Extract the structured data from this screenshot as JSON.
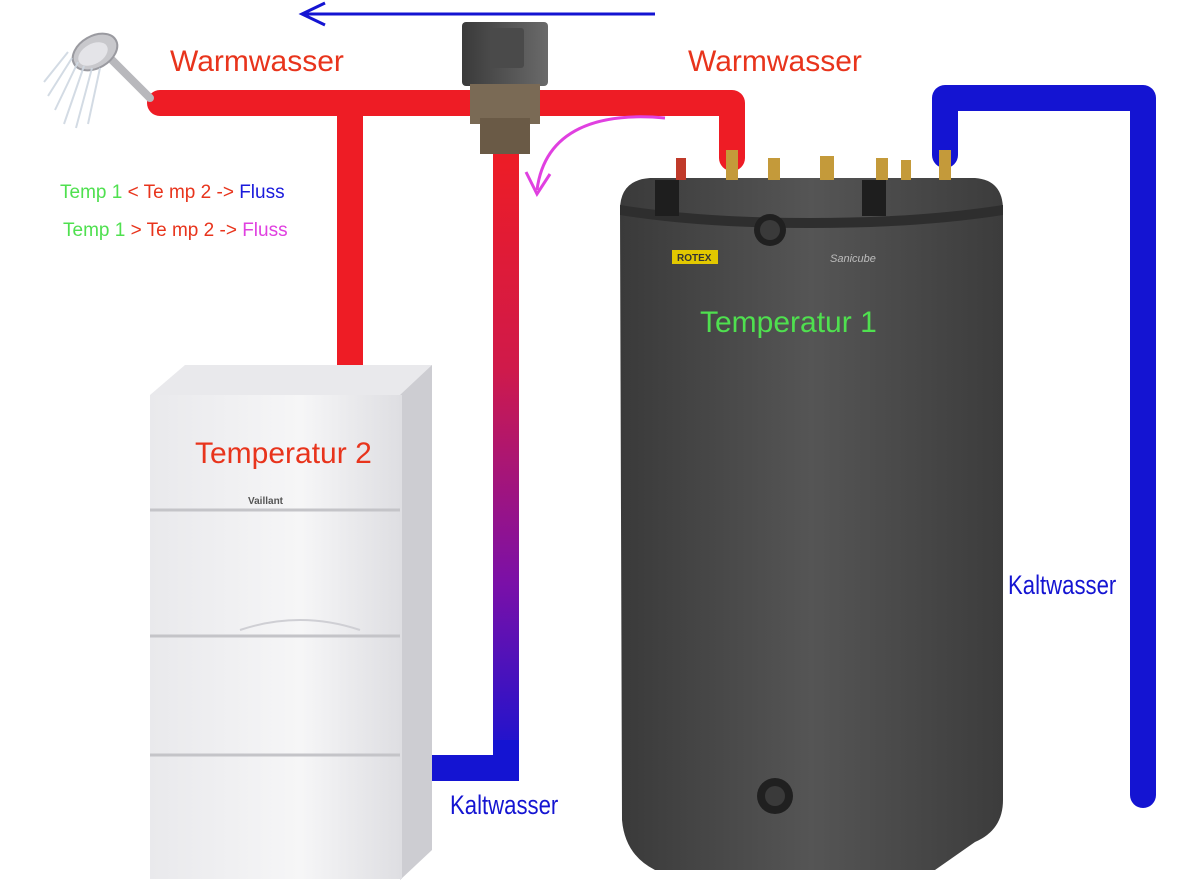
{
  "labels": {
    "warm_left": "Warmwasser",
    "warm_right": "Warmwasser",
    "cold_bottom": "Kaltwasser",
    "cold_right": "Kaltwasser",
    "temp1": "Temperatur 1",
    "temp2": "Temperatur 2"
  },
  "rules": [
    {
      "a": "Temp 1",
      "op": " < ",
      "b": "Te mp 2",
      "arrow": " -> ",
      "flow": "Fluss",
      "flow_color": "#1a1adc"
    },
    {
      "a": "Temp 1",
      "op": " > ",
      "b": "Te mp 2",
      "arrow": " -> ",
      "flow": "Fluss",
      "flow_color": "#e040e0"
    }
  ],
  "branding": {
    "boiler_logo": "Vaillant",
    "tank_brand": "ROTEX",
    "tank_model": "Sanicube"
  },
  "colors": {
    "hot": "#ee1c25",
    "cold": "#1414d2",
    "green": "#4fe04f",
    "red_text": "#e8341c",
    "magenta": "#e040e0"
  }
}
